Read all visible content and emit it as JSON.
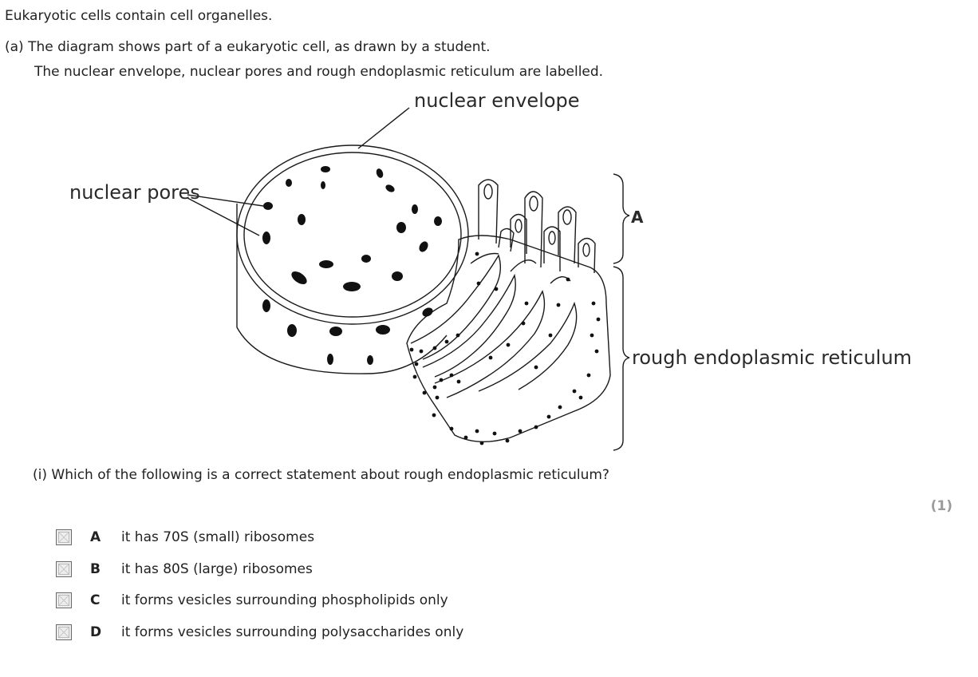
{
  "intro": "Eukaryotic cells contain cell organelles.",
  "part_a": {
    "heading": "(a)  The diagram shows part of a eukaryotic cell, as drawn by a student.",
    "description": "The nuclear envelope, nuclear pores and rough endoplasmic reticulum are labelled."
  },
  "diagram": {
    "labels": {
      "nuclear_envelope": "nuclear envelope",
      "nuclear_pores": "nuclear pores",
      "region_a": "A",
      "rough_er": "rough endoplasmic reticulum"
    }
  },
  "question": {
    "text": "(i)  Which of the following is a correct statement about rough endoplasmic reticulum?",
    "marks": "(1)",
    "options": [
      {
        "letter": "A",
        "text": "it has 70S (small) ribosomes"
      },
      {
        "letter": "B",
        "text": "it has 80S (large) ribosomes"
      },
      {
        "letter": "C",
        "text": "it forms vesicles surrounding phospholipids only"
      },
      {
        "letter": "D",
        "text": "it forms vesicles surrounding polysaccharides only"
      }
    ]
  }
}
